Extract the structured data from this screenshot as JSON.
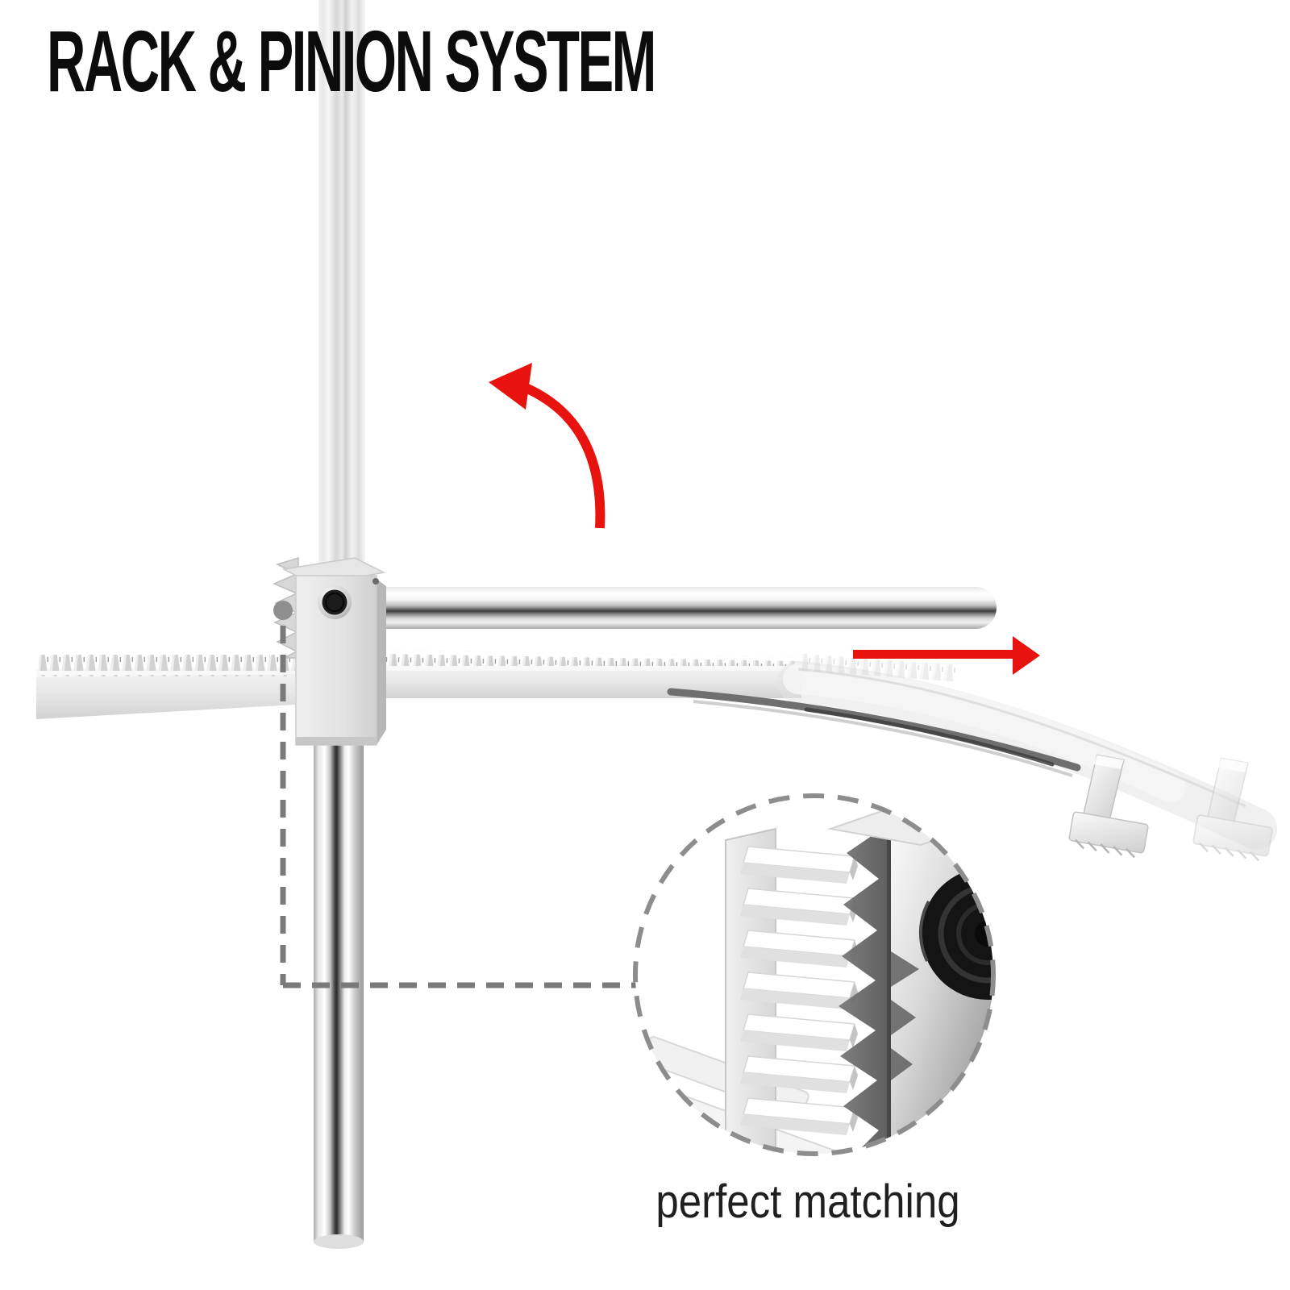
{
  "header": {
    "title": "RACK & PINION SYSTEM"
  },
  "caption": {
    "text": "perfect matching"
  },
  "colors": {
    "arrow_red": "#e8120e",
    "callout_gray": "#7a7a7a",
    "dot_gray": "#8f8f8f",
    "circle_dash_gray": "#8d8d8d",
    "text_black": "#0c0c0c"
  },
  "icons": {
    "curved_arrow": "counterclockwise-rotation-arrow",
    "straight_arrow": "slide-right-arrow",
    "callout": "dashed-leader-line",
    "magnifier_circle": "dashed-zoom-circle"
  }
}
